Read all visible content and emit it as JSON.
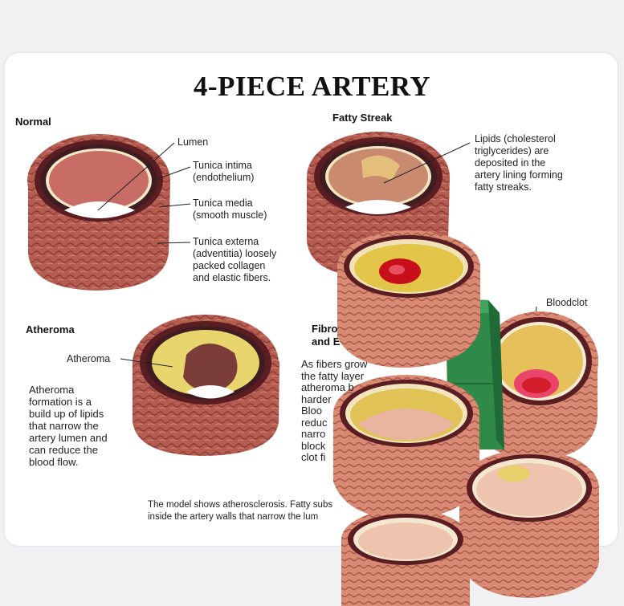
{
  "title": "4-PIECE ARTERY",
  "sections": {
    "normal": {
      "heading": "Normal",
      "labels": {
        "lumen": "Lumen",
        "intima": "Tunica intima\n(endothelium)",
        "media": "Tunica media\n(smooth muscle)",
        "externa": "Tunica externa\n(adventitia) loosely\npacked collagen\nand elastic fibers."
      }
    },
    "fatty_streak": {
      "heading": "Fatty Streak",
      "description": "Lipids (cholesterol\ntriglycerides) are\ndeposited in the\nartery lining forming\nfatty streaks."
    },
    "atheroma": {
      "heading": "Atheroma",
      "label": "Atheroma",
      "description": "Atheroma\nformation is a\nbuild up of lipids\nthat narrow the\nartery lumen and\ncan reduce the\nblood flow."
    },
    "fibrous": {
      "heading_partial": "Fibro\nand E",
      "description_partial": "As fibers grow\nthe fatty layer\natheroma b\nharder\nBloo\nreduc\nnarro\nblock\nclot fi",
      "label": "Bloodclot"
    }
  },
  "footer": "The model shows atherosclerosis. Fatty subs\ninside the artery walls that narrow the lum",
  "colors": {
    "card": "#ffffff",
    "background": "#f1f1f3",
    "artery_outer": "#b35a4e",
    "artery_dark": "#5a1e22",
    "media_layer": "#3e1c20",
    "intima": "#f2e8c8",
    "lumen_wall": "#c86d66",
    "fatty_yellow": "#e7cf62",
    "clot_red": "#d21d2b",
    "stand_green": "#2f8a4a"
  }
}
